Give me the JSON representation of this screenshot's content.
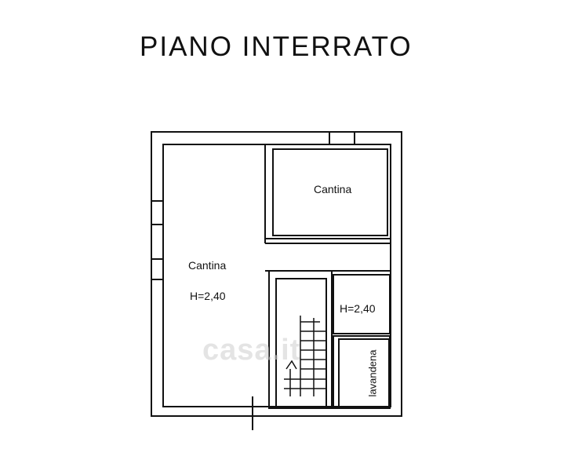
{
  "plan": {
    "title": "PIANO INTERRATO",
    "rooms": {
      "cantina_large": {
        "name": "Cantina",
        "height": "H=2,40"
      },
      "cantina_small": {
        "name": "Cantina"
      },
      "small_room": {
        "height": "H=2,40"
      },
      "laundry": {
        "name": "lavandena"
      }
    },
    "watermark": "casa.it"
  }
}
